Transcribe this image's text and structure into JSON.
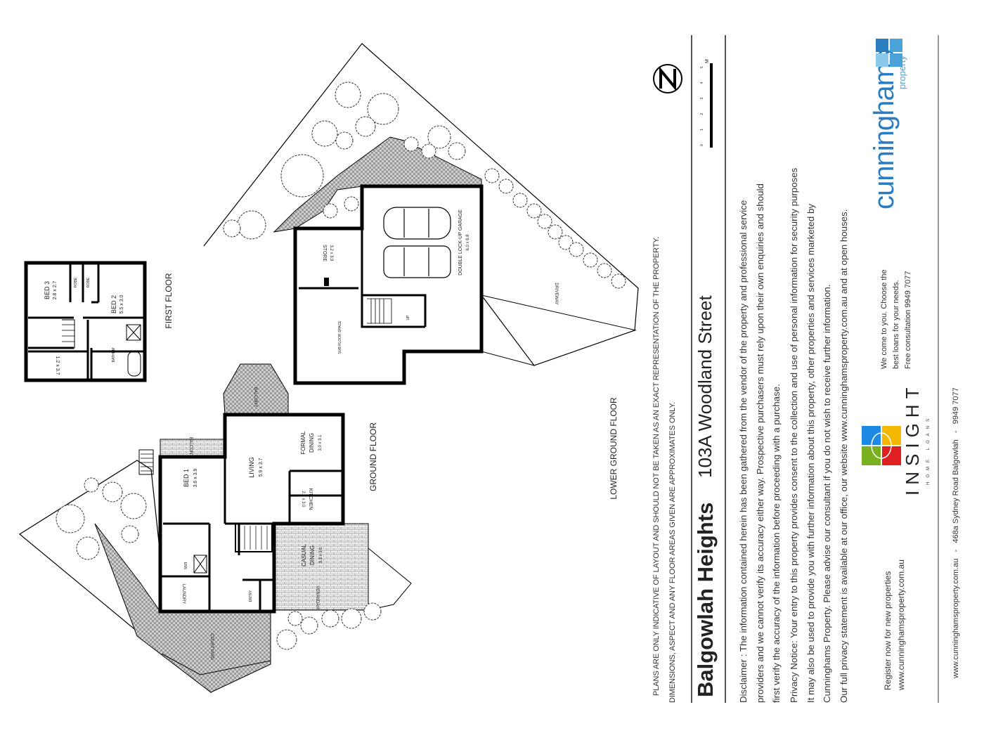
{
  "notice": {
    "line1": "PLANS ARE ONLY INDICATIVE OF LAYOUT AND SHOULD NOT BE TAKEN AS AN EXACT REPRESENTATION OF THE PROPERTY.",
    "line2": "DIMENSIONS, ASPECT AND ANY FLOOR AREAS GIVEN ARE APPROXIMATES ONLY."
  },
  "title": {
    "suburb": "Balgowlah Heights",
    "address": "103A Woodland Street"
  },
  "scale": {
    "ticks": [
      "0",
      "1",
      "2",
      "3",
      "4",
      "5"
    ],
    "unit": "M"
  },
  "north": "N",
  "disclaimer": [
    "Disclaimer : The information contained herein has been gathered from the vendor of the property and professional service",
    "providers and we cannot verify its accuracy either way. Prospective purchasers must rely upon their own enquiries and should",
    "first verify the accuracy of the information before proceeding with a purchase."
  ],
  "privacy": [
    "Privacy Notice: Your entry to this property provides consent to the collection and use of personal information for security purposes",
    "It may also be used to provide you with further information about this property, other properties and services marketed by",
    "Cunninghams Property.  Please advise our consultant if you do not wish to receive further information.",
    "Our full privacy statement is available at our office, our website www.cunninghamsproperty.com.au and at open houses."
  ],
  "footer": {
    "register": [
      "Register now for new properties",
      "www.cunninghamsproperty.com.au"
    ],
    "insight": {
      "name": "INSIGHT",
      "sub": "HOME LOANS",
      "colors": [
        "#e02020",
        "#f5b800",
        "#7ab020",
        "#1e88e5"
      ]
    },
    "loans": [
      "We come to you. Choose the",
      "best loans for your needs.",
      "Free consultation 9949 7077"
    ],
    "brand": {
      "name": "cunninghams",
      "sub": "property",
      "color": "#2a7dc0"
    },
    "contact": "www.cunninghamsproperty.com.au   -   468a Sydney Road Balgowlah   -   9949 7077"
  },
  "floors": {
    "first": "FIRST FLOOR",
    "ground": "GROUND FLOOR",
    "lower": "LOWER GROUND FLOOR"
  },
  "rooms": {
    "bed3": {
      "name": "BED 3",
      "size": "2.8 x 2.7"
    },
    "bed2": {
      "name": "BED 2",
      "size": "5.5 x 3.0"
    },
    "ff_room": {
      "size": "1.2 x 3.7"
    },
    "ff_bath": "BATHRM",
    "ff_robe1": "ROBE",
    "ff_robe2": "ROBE",
    "bed1": {
      "name": "BED 1",
      "size": "3.6 x 3.9"
    },
    "living": {
      "name": "LIVING",
      "size": "5.9 x 3.7"
    },
    "formal": {
      "name": "FORMAL",
      "name2": "DINING",
      "size": "3.0 x 3.1"
    },
    "kitchen": {
      "name": "KITCHEN",
      "size": "2.8 x 3.0"
    },
    "casual": {
      "name": "CASUAL",
      "name2": "DINING",
      "size": "3.3 x 3.0"
    },
    "balcony1": "BALCONY",
    "balcony2": "BALCONY",
    "verandah": "VERANDAH",
    "laundry": "LAUNDRY",
    "courtyard": "COURTYARD",
    "ens": "ENS",
    "entry": "ENTRY",
    "store": {
      "name": "STORE",
      "size": "3.2 x 3.9"
    },
    "garage": {
      "name": "DOUBLE LOCK-UP GARAGE",
      "size": "6.0 x 6.8"
    },
    "subfloor": "SUB-FLOOR SPACE",
    "driveway": "DRIVEWAY",
    "up": "UP"
  }
}
